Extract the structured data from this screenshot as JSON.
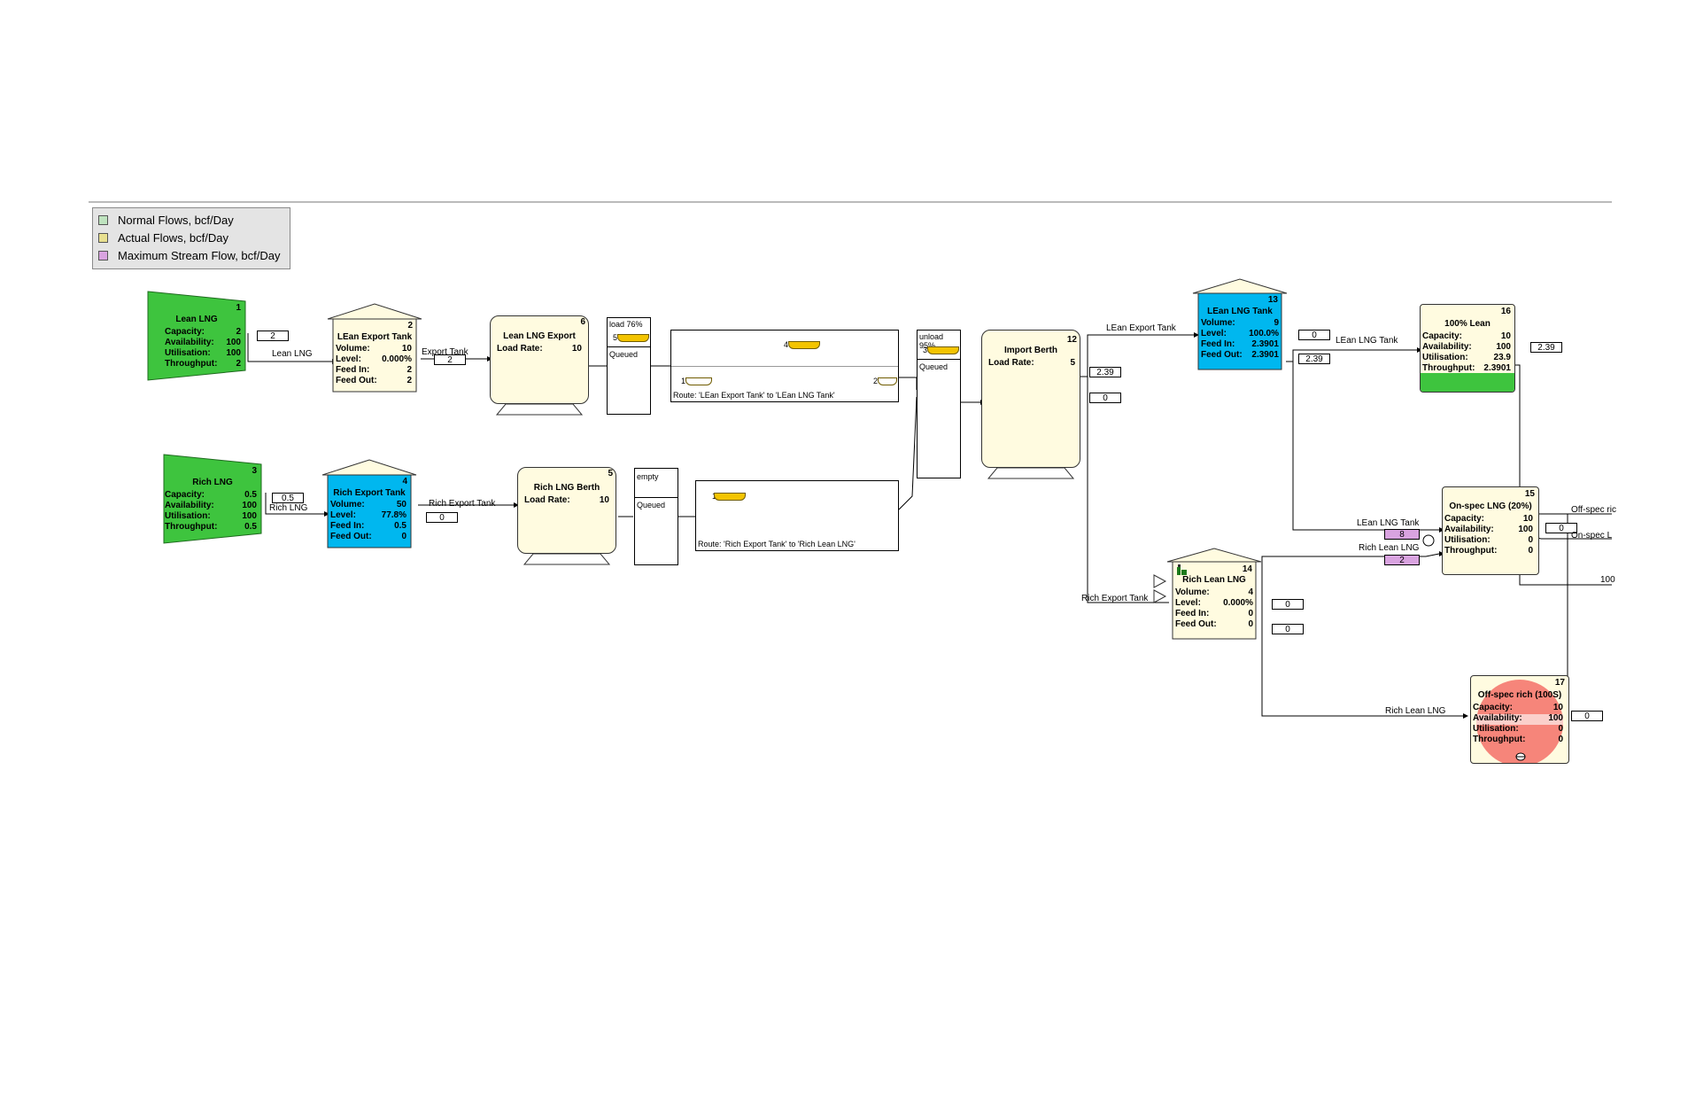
{
  "legend": {
    "items": [
      {
        "label": "Normal Flows, bcf/Day",
        "color": "#bfe3bf"
      },
      {
        "label": "Actual Flows, bcf/Day",
        "color": "#e8e090"
      },
      {
        "label": "Maximum Stream Flow, bcf/Day",
        "color": "#d9a3e0"
      }
    ]
  },
  "colors": {
    "source_green": "#3ec43e",
    "tank_blue": "#00b7ef",
    "cream": "#fffbe0",
    "offspec_red": "#f6857a",
    "stream_pink": "#d9a3e0",
    "ship_yellow": "#f3c400"
  },
  "nodes": {
    "lean_lng": {
      "num": "1",
      "title": "Lean LNG",
      "rows": [
        [
          "Capacity:",
          "2"
        ],
        [
          "Availability:",
          "100"
        ],
        [
          "Utilisation:",
          "100"
        ],
        [
          "Throughput:",
          "2"
        ]
      ]
    },
    "rich_lng": {
      "num": "3",
      "title": "Rich LNG",
      "rows": [
        [
          "Capacity:",
          "0.5"
        ],
        [
          "Availability:",
          "100"
        ],
        [
          "Utilisation:",
          "100"
        ],
        [
          "Throughput:",
          "0.5"
        ]
      ]
    },
    "lean_export_tank": {
      "num": "2",
      "title": "LEan Export Tank",
      "rows": [
        [
          "Volume:",
          "10"
        ],
        [
          "Level:",
          "0.000%"
        ],
        [
          "Feed In:",
          "2"
        ],
        [
          "Feed Out:",
          "2"
        ]
      ]
    },
    "rich_export_tank": {
      "num": "4",
      "title": "Rich Export Tank",
      "rows": [
        [
          "Volume:",
          "50"
        ],
        [
          "Level:",
          "77.8%"
        ],
        [
          "Feed In:",
          "0.5"
        ],
        [
          "Feed Out:",
          "0"
        ]
      ]
    },
    "lean_lng_export": {
      "num": "6",
      "title": "Lean LNG Export",
      "load_label": "Load Rate:",
      "load_value": "10"
    },
    "rich_lng_berth": {
      "num": "5",
      "title": "Rich LNG Berth",
      "load_label": "Load Rate:",
      "load_value": "10"
    },
    "import_berth": {
      "num": "12",
      "title": "Import Berth",
      "load_label": "Load Rate:",
      "load_value": "5"
    },
    "lean_lng_tank": {
      "num": "13",
      "title": "LEan LNG Tank",
      "rows": [
        [
          "Volume:",
          "9"
        ],
        [
          "Level:",
          "100.0%"
        ],
        [
          "Feed In:",
          "2.3901"
        ],
        [
          "Feed Out:",
          "2.3901"
        ]
      ]
    },
    "rich_lean_lng": {
      "num": "14",
      "title": "Rich Lean LNG",
      "rows": [
        [
          "Volume:",
          "4"
        ],
        [
          "Level:",
          "0.000%"
        ],
        [
          "Feed In:",
          "0"
        ],
        [
          "Feed Out:",
          "0"
        ]
      ]
    },
    "lean_100": {
      "num": "16",
      "title": "100% Lean",
      "rows": [
        [
          "Capacity:",
          "10"
        ],
        [
          "Availability:",
          "100"
        ],
        [
          "Utilisation:",
          "23.9"
        ],
        [
          "Throughput:",
          "2.3901"
        ]
      ]
    },
    "onspec": {
      "num": "15",
      "title": "On-spec LNG (20%)",
      "rows": [
        [
          "Capacity:",
          "10"
        ],
        [
          "Availability:",
          "100"
        ],
        [
          "Utilisation:",
          "0"
        ],
        [
          "Throughput:",
          "0"
        ]
      ]
    },
    "offspec": {
      "num": "17",
      "title": "Off-spec rich (100S)",
      "rows": [
        [
          "Capacity:",
          "10"
        ],
        [
          "Availability:",
          "100"
        ],
        [
          "Utilisation:",
          "0"
        ],
        [
          "Throughput:",
          "0"
        ]
      ]
    }
  },
  "queues": {
    "lean_load": {
      "label": "load 76%",
      "queued": "Queued",
      "ship": "5"
    },
    "rich_load": {
      "label": "empty",
      "queued": "Queued"
    },
    "unload": {
      "label": "unload 95%",
      "queued": "Queued",
      "ship": "3"
    }
  },
  "routes": {
    "lean": {
      "text": "Route: 'LEan Export Tank' to 'LEan LNG Tank'",
      "ship_mid": "4",
      "ship_left": "1",
      "ship_right": "2"
    },
    "rich": {
      "text": "Route: 'Rich Export Tank' to 'Rich Lean LNG'",
      "ship_mid": "1"
    }
  },
  "flows": {
    "f_lean_src": "2",
    "f_lean_tank": "2",
    "f_rich_src": "0.5",
    "f_rich_tank": "0",
    "f_import_a": "2.39",
    "f_import_b": "0",
    "f_lnt_a": "0",
    "f_lnt_b": "2.39",
    "f_lean100": "2.39",
    "f_pink_8": "8",
    "f_pink_2": "2",
    "f_rll_a": "0",
    "f_rll_b": "0",
    "f_onspec_out": "0",
    "f_offspec_out": "0"
  },
  "flow_labels": {
    "lean_lng": "Lean LNG",
    "export_tank": "Export Tank",
    "rich_lng": "Rich LNG",
    "rich_export_tank": "Rich Export Tank",
    "lean_export_tank_top": "LEan Export Tank",
    "rich_export_tank_mid": "Rich Export Tank",
    "lean_lng_tank": "LEan LNG Tank",
    "lean_lng_tank_2": "LEan LNG Tank",
    "rich_lean_lng": "Rich Lean LNG",
    "rich_lean_lng_2": "Rich Lean LNG",
    "offspec_rich": "Off-spec ric",
    "onspec_l": "On-spec L",
    "edge_100": "100"
  }
}
